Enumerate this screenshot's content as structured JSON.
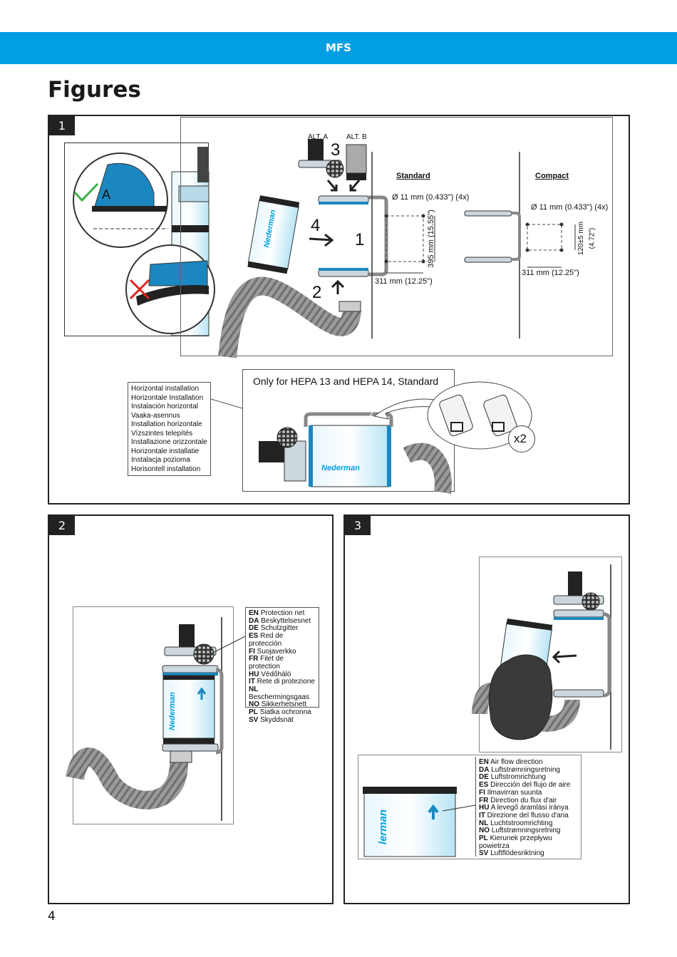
{
  "header": {
    "title": "MFS"
  },
  "page": {
    "title": "Figures",
    "number": "4"
  },
  "fig1": {
    "number": "1",
    "alt_a": "ALT. A",
    "alt_b": "ALT. B",
    "mark_a": "A",
    "callouts": {
      "c1": "1",
      "c2": "2",
      "c3": "3",
      "c4": "4"
    },
    "standard": {
      "title": "Standard",
      "hole": "Ø 11 mm (0.433\") (4x)",
      "height": "395 mm (15.55\")",
      "width": "311 mm (12.25\")"
    },
    "compact": {
      "title": "Compact",
      "hole": "Ø 11 mm (0.433\") (4x)",
      "height": "120±5 mm",
      "height_in": "(4.72\")",
      "width": "311 mm (12.25\")"
    },
    "brand": "Nederman",
    "horizontal_labels": [
      "Horizontal installation",
      "Horizontale Installation",
      "Instalación horizontal",
      "Vaaka-asennus",
      "Installation horizontale",
      "Vízszintes telepítés",
      "Installazione orizzontale",
      "Horizontale installatie",
      "Instalacja pozioma",
      "Horisontell installation"
    ],
    "hepa_note": "Only for HEPA 13 and HEPA 14, Standard",
    "strap_count": "x2"
  },
  "fig2": {
    "number": "2",
    "brand": "Nederman",
    "legend": [
      {
        "code": "EN",
        "text": "Protection net"
      },
      {
        "code": "DA",
        "text": "Beskyttelsesnet"
      },
      {
        "code": "DE",
        "text": "Schutzgitter"
      },
      {
        "code": "ES",
        "text": "Red de protección"
      },
      {
        "code": "FI",
        "text": "Suojaverkko"
      },
      {
        "code": "FR",
        "text": "Filet de protection"
      },
      {
        "code": "HU",
        "text": "Védőháló"
      },
      {
        "code": "IT",
        "text": "Rete di protezione"
      },
      {
        "code": "NL",
        "text": "Beschermingsgaas"
      },
      {
        "code": "NO",
        "text": "Sikkerhetsnett"
      },
      {
        "code": "PL",
        "text": "Siatka ochronna"
      },
      {
        "code": "SV",
        "text": "Skyddsnät"
      }
    ]
  },
  "fig3": {
    "number": "3",
    "brand": "Nederman",
    "brand_crop": "lerman",
    "legend": [
      {
        "code": "EN",
        "text": "Air flow direction"
      },
      {
        "code": "DA",
        "text": "Luftstrømningsretning"
      },
      {
        "code": "DE",
        "text": "Luftstromrichtung"
      },
      {
        "code": "ES",
        "text": "Dirección del flujo de aire"
      },
      {
        "code": "FI",
        "text": "Ilmavirran suunta"
      },
      {
        "code": "FR",
        "text": "Direction du flux d'air"
      },
      {
        "code": "HU",
        "text": "A levegő áramlási iránya"
      },
      {
        "code": "IT",
        "text": "Direzione del flusso d'aria"
      },
      {
        "code": "NL",
        "text": "Luchtstroomrichting"
      },
      {
        "code": "NO",
        "text": "Luftstrømningsretning"
      },
      {
        "code": "PL",
        "text": "Kierunek przepływu powietrza"
      },
      {
        "code": "SV",
        "text": "Luftflödesriktning"
      }
    ]
  },
  "colors": {
    "brand_blue": "#009fe3",
    "dark": "#222222",
    "hose": "#8c8c8c"
  }
}
